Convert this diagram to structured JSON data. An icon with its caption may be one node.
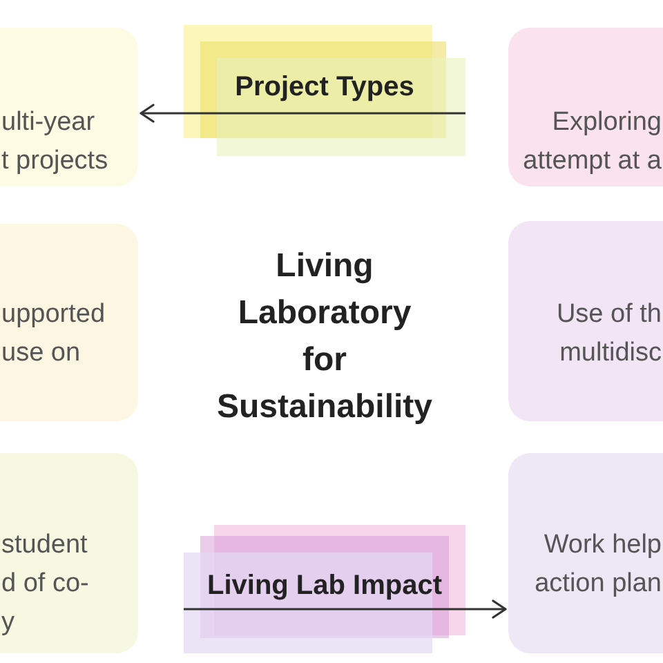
{
  "diagram": {
    "title": "Living Laboratory for Sustainability",
    "nodes": [
      {
        "text": [
          "ulti-year t projects"
        ]
      },
      {
        "text": [
          "Project Types"
        ]
      },
      {
        "text": [
          "Exploring attempt at a"
        ]
      },
      {
        "text": [
          "upported use on"
        ]
      },
      {
        "text": [
          "Use of th multidisc"
        ]
      },
      {
        "text": [
          "student d of co- y"
        ]
      },
      {
        "text": [
          "Living Lab Impact"
        ]
      },
      {
        "text": [
          "Work help action plan"
        ]
      }
    ],
    "edges": [
      {
        "from": 1,
        "to": 0,
        "arrow": "to"
      },
      {
        "from": 6,
        "to": 7,
        "arrow": "to"
      }
    ]
  }
}
